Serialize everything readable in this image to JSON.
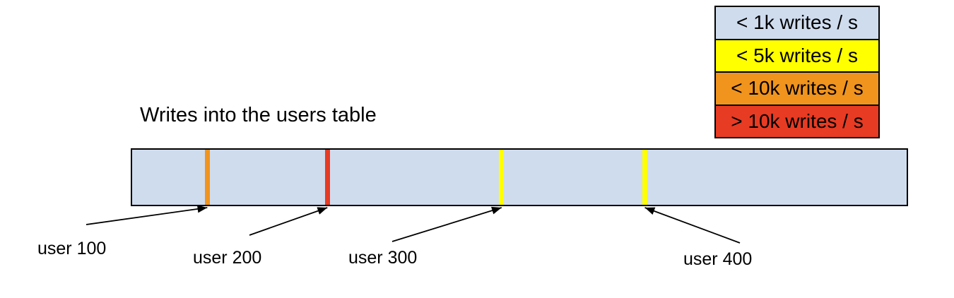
{
  "title": "Writes into the users table",
  "legend": {
    "items": [
      {
        "label": "< 1k writes / s",
        "color": "#CFDCEE"
      },
      {
        "label": "< 5k writes / s",
        "color": "#FFFF00"
      },
      {
        "label": "< 10k writes / s",
        "color": "#F0941E"
      },
      {
        "label": "> 10k writes / s",
        "color": "#E73B23"
      }
    ]
  },
  "table_bar": {
    "fill_color": "#CFDCEE",
    "border_color": "#000000",
    "markers": [
      {
        "label": "user 100",
        "color": "#F0941E",
        "position_pct": 9.7
      },
      {
        "label": "user 200",
        "color": "#E73B23",
        "position_pct": 25.2
      },
      {
        "label": "user 300",
        "color": "#FFFF00",
        "position_pct": 47.7
      },
      {
        "label": "user 400",
        "color": "#FFFF00",
        "position_pct": 66.2
      }
    ]
  }
}
